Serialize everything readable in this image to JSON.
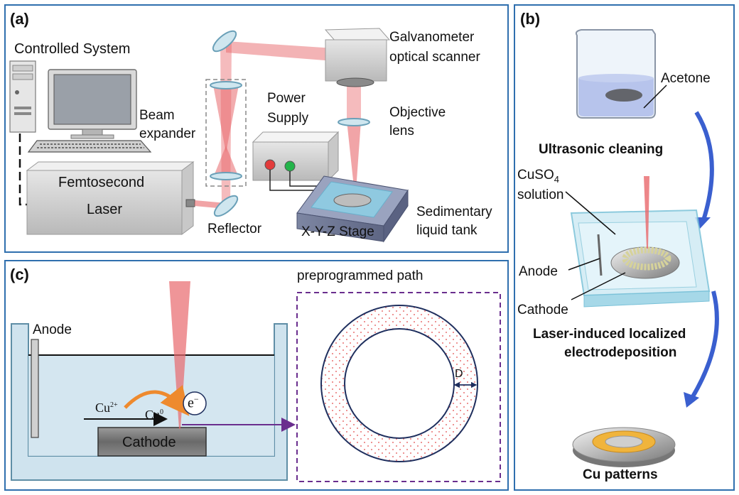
{
  "panel_a": {
    "label": "(a)",
    "controlled_system": "Controlled System",
    "beam_expander_1": "Beam",
    "beam_expander_2": "expander",
    "femtosecond": "Femtosecond",
    "laser": "Laser",
    "reflector": "Reflector",
    "power_supply_1": "Power",
    "power_supply_2": "Supply",
    "galvanometer_1": "Galvanometer",
    "galvanometer_2": "optical scanner",
    "objective_1": "Objective",
    "objective_2": "lens",
    "stage": "X-Y-Z Stage",
    "tank_1": "Sedimentary",
    "tank_2": "liquid tank"
  },
  "panel_b": {
    "label": "(b)",
    "acetone": "Acetone",
    "ultrasonic": "Ultrasonic cleaning",
    "cuso4_base": "CuSO",
    "cuso4_sub": "4",
    "solution": "solution",
    "anode": "Anode",
    "cathode": "Cathode",
    "lile_1": "Laser-induced localized",
    "lile_2": "electrodeposition",
    "cu_patterns": "Cu patterns"
  },
  "panel_c": {
    "label": "(c)",
    "anode": "Anode",
    "cathode": "Cathode",
    "cu": "Cu",
    "cu_charge": "2+",
    "cu0": "Cu",
    "cu0_sup": "0",
    "electron": "e",
    "electron_sup": "−",
    "path": "preprogrammed path",
    "d_label": "D"
  },
  "colors": {
    "panel_border": "#2f6fae",
    "laser_beam": "#e8686c",
    "liquid": "#cfe3ee",
    "arrow_blue": "#3a5fcf",
    "arrow_orange": "#ee8a2e",
    "arrow_purple": "#6a2e8e",
    "gold": "#f0b43c"
  }
}
